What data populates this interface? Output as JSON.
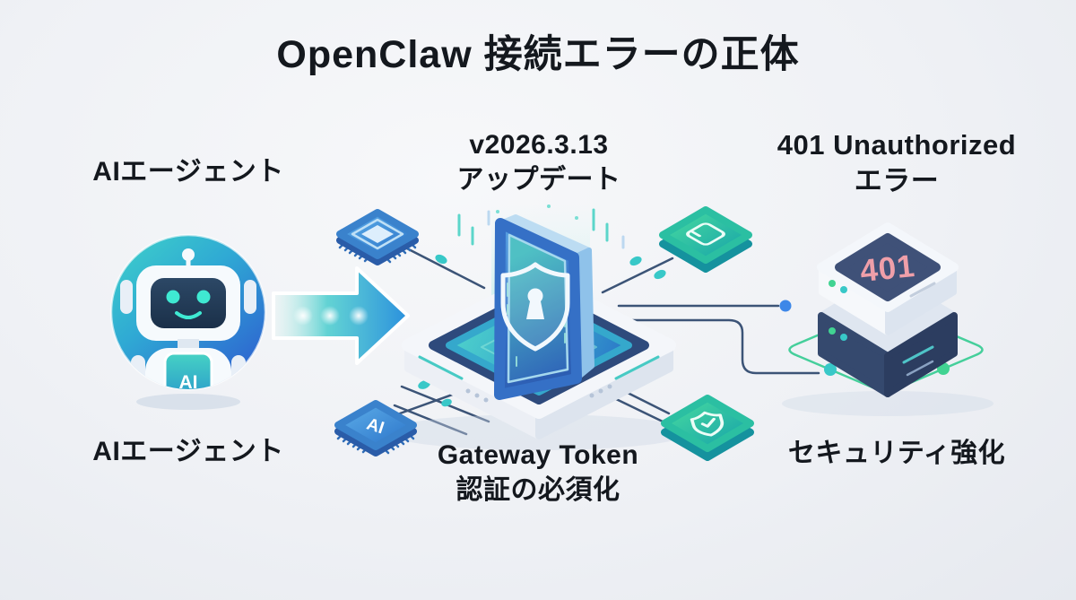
{
  "title": "OpenClaw 接続エラーの正体",
  "left": {
    "agent_top_label": "AIエージェント",
    "agent_bottom_label": "AIエージェント"
  },
  "center": {
    "update_line1": "v2026.3.13",
    "update_line2": "アップデート",
    "gateway_line1": "Gateway Token",
    "gateway_line2": "認証の必須化"
  },
  "right": {
    "error_line1": "401 Unauthorized",
    "error_line2": "エラー",
    "security_label": "セキュリティ強化"
  },
  "badges": {
    "robot_chest": "AI",
    "ai_chip": "AI",
    "server_status": "401"
  },
  "colors": {
    "background": "#eff1f5",
    "text": "#14181e",
    "teal": "#38c8c8",
    "blue": "#2e6fd0",
    "navy": "#3a4d74",
    "green": "#41d392",
    "error_pink": "#ef9fa9"
  }
}
